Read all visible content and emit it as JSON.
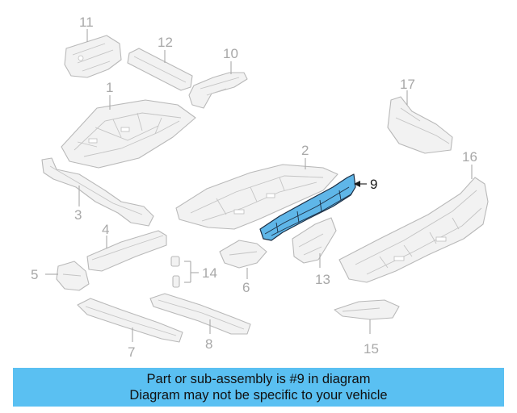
{
  "diagram": {
    "highlighted_part": "9",
    "callouts": [
      "1",
      "2",
      "3",
      "4",
      "5",
      "6",
      "7",
      "8",
      "9",
      "10",
      "11",
      "12",
      "13",
      "14",
      "15",
      "16",
      "17"
    ]
  },
  "banner": {
    "line1": "Part or sub-assembly is #9 in diagram",
    "line2": "Diagram may not be specific to your vehicle",
    "color": "#5ac0f2"
  },
  "colors": {
    "highlight_fill": "#5fb6e8",
    "part_outline": "#b9b9b9",
    "label_gray": "#a8a8a8"
  }
}
